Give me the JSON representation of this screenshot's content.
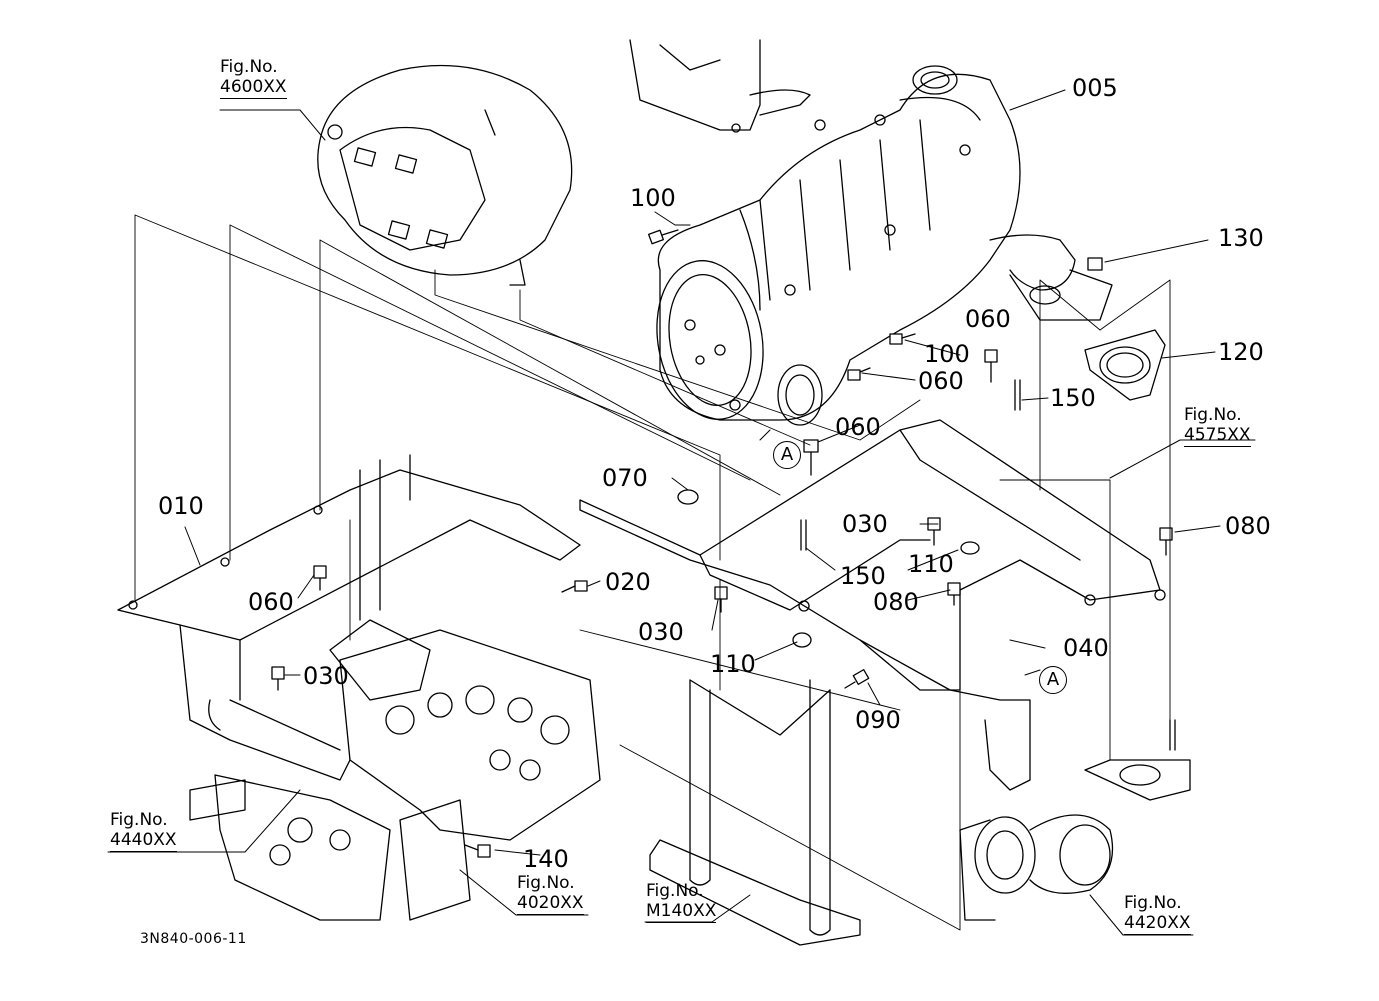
{
  "diagram": {
    "drawing_code": "3N840-006-11",
    "view_marker": "A",
    "part_labels": [
      {
        "id": "005",
        "text": "005"
      },
      {
        "id": "010",
        "text": "010"
      },
      {
        "id": "020",
        "text": "020"
      },
      {
        "id": "030a",
        "text": "030"
      },
      {
        "id": "030b",
        "text": "030"
      },
      {
        "id": "030c",
        "text": "030"
      },
      {
        "id": "040",
        "text": "040"
      },
      {
        "id": "060a",
        "text": "060"
      },
      {
        "id": "060b",
        "text": "060"
      },
      {
        "id": "060c",
        "text": "060"
      },
      {
        "id": "060d",
        "text": "060"
      },
      {
        "id": "070",
        "text": "070"
      },
      {
        "id": "080a",
        "text": "080"
      },
      {
        "id": "080b",
        "text": "080"
      },
      {
        "id": "090",
        "text": "090"
      },
      {
        "id": "100a",
        "text": "100"
      },
      {
        "id": "100b",
        "text": "100"
      },
      {
        "id": "110a",
        "text": "110"
      },
      {
        "id": "110b",
        "text": "110"
      },
      {
        "id": "120",
        "text": "120"
      },
      {
        "id": "130",
        "text": "130"
      },
      {
        "id": "140",
        "text": "140"
      },
      {
        "id": "150a",
        "text": "150"
      },
      {
        "id": "150b",
        "text": "150"
      }
    ],
    "figure_refs": [
      {
        "prefix": "Fig.No.",
        "number": "4600XX"
      },
      {
        "prefix": "Fig.No.",
        "number": "4575XX"
      },
      {
        "prefix": "Fig.No.",
        "number": "4440XX"
      },
      {
        "prefix": "Fig.No.",
        "number": "4020XX"
      },
      {
        "prefix": "Fig.No.",
        "number": "M140XX"
      },
      {
        "prefix": "Fig.No.",
        "number": "4420XX"
      }
    ]
  }
}
